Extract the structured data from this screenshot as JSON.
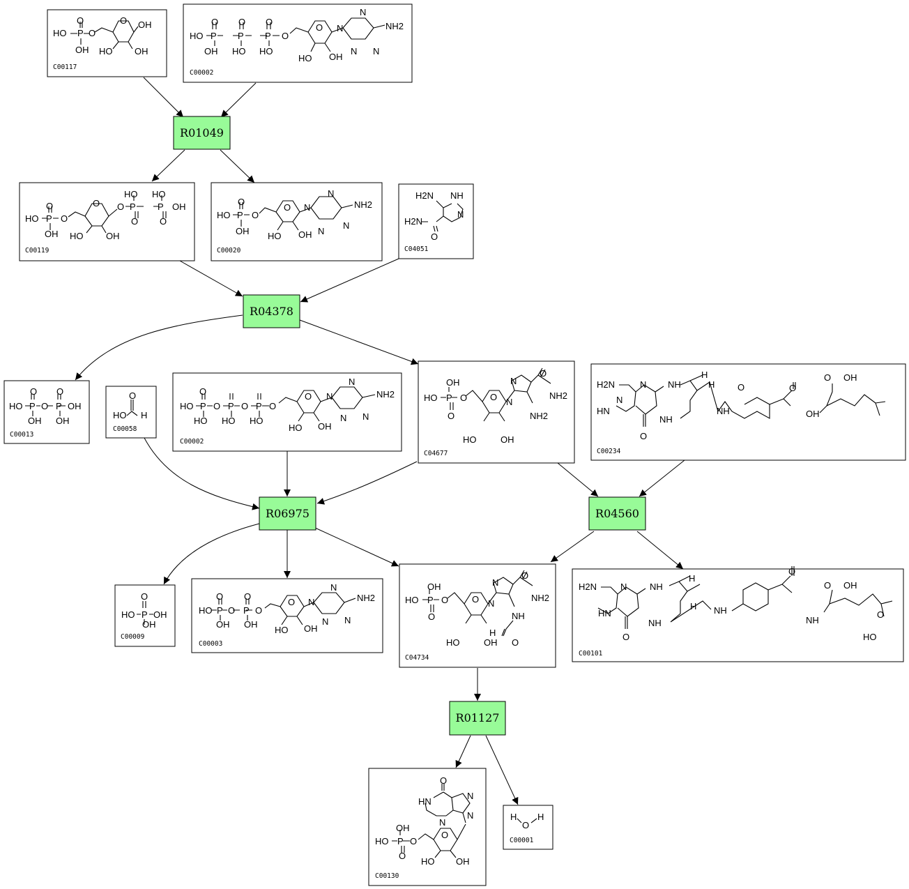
{
  "colors": {
    "reaction_fill": "#98fb98",
    "edge": "#000000",
    "box_border": "#000000"
  },
  "reactions": [
    {
      "id": "R01049",
      "label": "R01049"
    },
    {
      "id": "R04378",
      "label": "R04378"
    },
    {
      "id": "R06975",
      "label": "R06975"
    },
    {
      "id": "R04560",
      "label": "R04560"
    },
    {
      "id": "R01127",
      "label": "R01127"
    }
  ],
  "compounds": [
    {
      "key": "c00117",
      "label": "C00117",
      "atoms": [
        "HO",
        "P",
        "O",
        "OH",
        "O",
        "O",
        "OH",
        "HO",
        "OH"
      ]
    },
    {
      "key": "c00002a",
      "label": "C00002",
      "atoms": [
        "HO",
        "P",
        "O",
        "OH",
        "P",
        "O",
        "HO",
        "P",
        "O",
        "HO",
        "O",
        "HO",
        "OH",
        "O",
        "N",
        "N",
        "N",
        "N",
        "NH2"
      ]
    },
    {
      "key": "c00119",
      "label": "C00119",
      "atoms": [
        "HO",
        "P",
        "O",
        "O",
        "OH",
        "O",
        "HO",
        "OH",
        "HO",
        "P",
        "O",
        "HO",
        "P",
        "O",
        "OH",
        "O"
      ]
    },
    {
      "key": "c00020",
      "label": "C00020",
      "atoms": [
        "HO",
        "P",
        "O",
        "O",
        "OH",
        "HO",
        "OH",
        "O",
        "N",
        "N",
        "N",
        "N",
        "NH2"
      ]
    },
    {
      "key": "c04051",
      "label": "C04051",
      "atoms": [
        "H2N",
        "NH",
        "N",
        "H2N",
        "O"
      ]
    },
    {
      "key": "c00013",
      "label": "C00013",
      "atoms": [
        "HO",
        "P",
        "O",
        "P",
        "OH",
        "O",
        "O",
        "OH",
        "OH"
      ]
    },
    {
      "key": "c00058",
      "label": "C00058",
      "atoms": [
        "O",
        "HO",
        "H"
      ]
    },
    {
      "key": "c00002b",
      "label": "C00002",
      "atoms": [
        "HO",
        "P",
        "O",
        "P",
        "O",
        "P",
        "O",
        "O",
        "HO",
        "HO",
        "HO",
        "O",
        "N",
        "N",
        "N",
        "N",
        "NH2",
        "HO",
        "OH"
      ]
    },
    {
      "key": "c04677",
      "label": "C04677",
      "atoms": [
        "HO",
        "P",
        "O",
        "OH",
        "O",
        "O",
        "N",
        "N",
        "NH2",
        "O",
        "NH2",
        "HO",
        "OH"
      ]
    },
    {
      "key": "c00234",
      "label": "C00234",
      "atoms": [
        "H2N",
        "N",
        "NH",
        "H",
        "H",
        "N",
        "O",
        "HN",
        "NH",
        "O",
        "NH",
        "O",
        "OH",
        "O",
        "OH"
      ]
    },
    {
      "key": "c00009",
      "label": "C00009",
      "atoms": [
        "O",
        "HO",
        "P",
        "OH",
        "OH"
      ]
    },
    {
      "key": "c00003",
      "label": "C00003",
      "atoms": [
        "HO",
        "P",
        "O",
        "P",
        "O",
        "O",
        "OH",
        "OH",
        "O",
        "O",
        "N",
        "N",
        "N",
        "N",
        "NH2",
        "HO",
        "OH"
      ]
    },
    {
      "key": "c04734",
      "label": "C04734",
      "atoms": [
        "HO",
        "P",
        "O",
        "OH",
        "O",
        "O",
        "N",
        "N",
        "O",
        "NH2",
        "NH",
        "H",
        "O",
        "HO",
        "OH"
      ]
    },
    {
      "key": "c00101",
      "label": "C00101",
      "atoms": [
        "H2N",
        "N",
        "NH",
        "H",
        "H",
        "HN",
        "NH",
        "NH",
        "O",
        "O",
        "NH",
        "O",
        "OH",
        "O",
        "HO"
      ]
    },
    {
      "key": "c00130",
      "label": "C00130",
      "atoms": [
        "O",
        "HN",
        "N",
        "N",
        "N",
        "HO",
        "P",
        "O",
        "O",
        "OH",
        "O",
        "HO",
        "OH"
      ]
    },
    {
      "key": "c00001",
      "label": "C00001",
      "atoms": [
        "H",
        "O",
        "H"
      ]
    }
  ]
}
